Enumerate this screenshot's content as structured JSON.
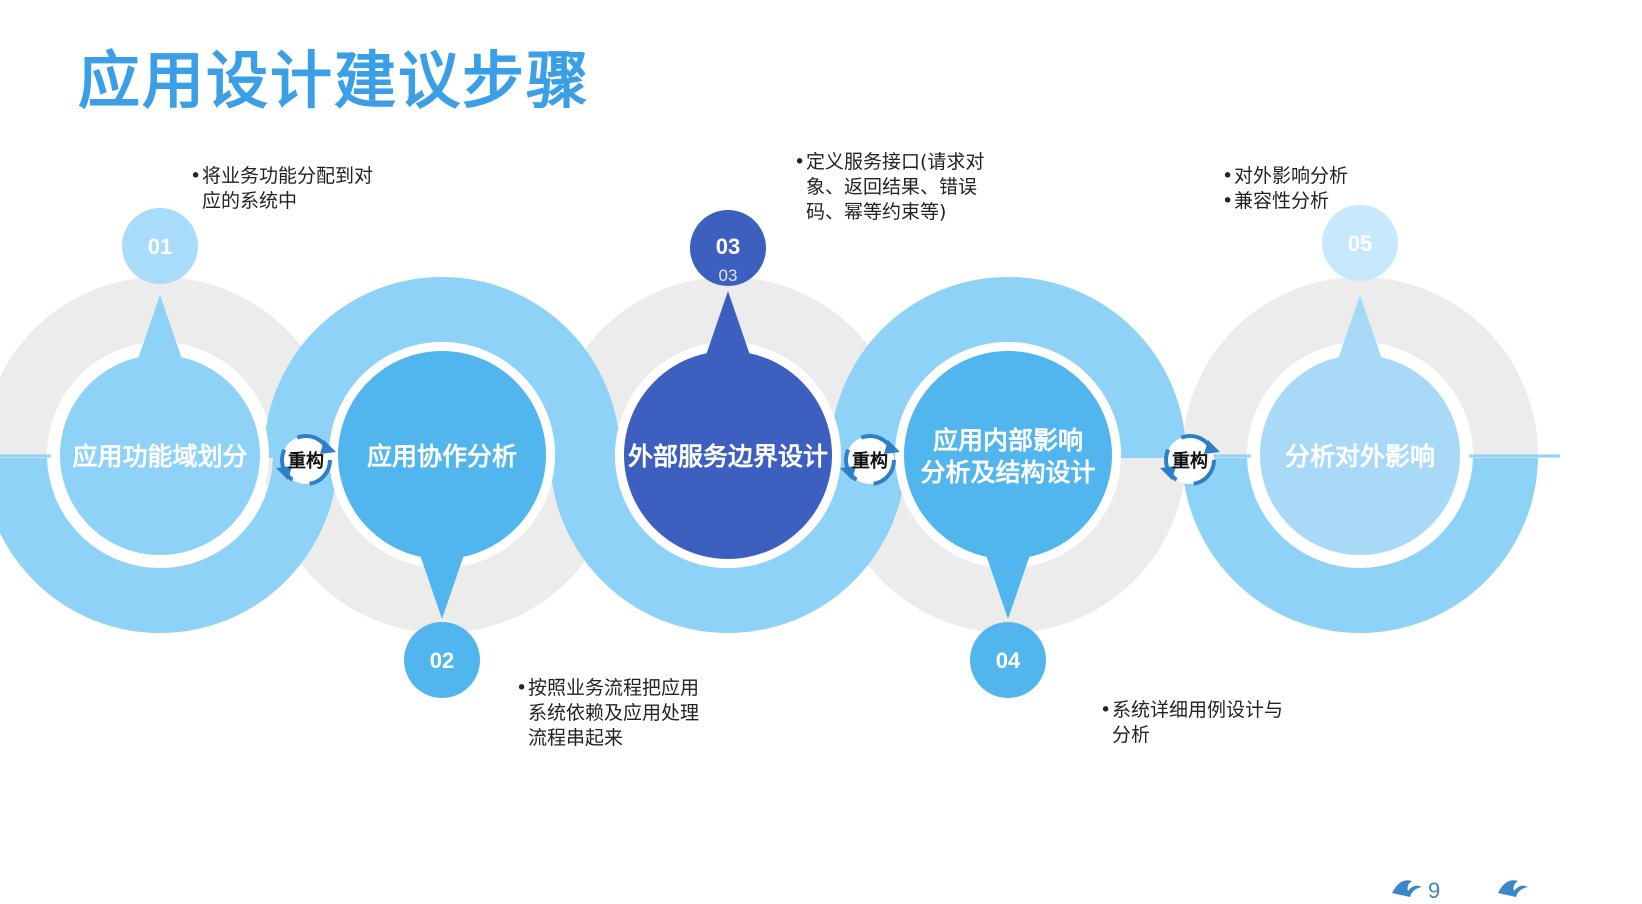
{
  "title": "应用设计建议步骤",
  "colors": {
    "title": "#3a9fe6",
    "light_blue": "#8ed2f8",
    "mid_blue": "#52b6ee",
    "dark_blue": "#3d5fc0",
    "pale_blue": "#a8daf8",
    "gray_ring": "#ececec"
  },
  "steps": [
    {
      "number": "01",
      "label_lines": [
        "应用功能域划分"
      ],
      "notes": [
        "将业务功能分配到对应的系统中"
      ],
      "note_lines": [
        [
          "将业务功能分配到对",
          "应的系统中"
        ]
      ]
    },
    {
      "number": "02",
      "label_lines": [
        "应用协作分析"
      ],
      "notes": [
        "按照业务流程把应用系统依赖及应用处理流程串起来"
      ],
      "note_lines": [
        [
          "按照业务流程把应用",
          "系统依赖及应用处理",
          "流程串起来"
        ]
      ]
    },
    {
      "number": "03",
      "sub_number": "03",
      "label_lines": [
        "外部服务边界设计"
      ],
      "notes": [
        "定义服务接口(请求对象、返回结果、错误码、幂等约束等)"
      ],
      "note_lines": [
        [
          "定义服务接口(请求对",
          "象、返回结果、错误",
          "码、幂等约束等)"
        ]
      ]
    },
    {
      "number": "04",
      "label_lines": [
        "应用内部影响",
        "分析及结构设计"
      ],
      "notes": [
        "系统详细用例设计与分析"
      ],
      "note_lines": [
        [
          "系统详细用例设计与",
          "分析"
        ]
      ]
    },
    {
      "number": "05",
      "label_lines": [
        "分析对外影响"
      ],
      "notes": [
        "对外影响分析",
        "兼容性分析"
      ],
      "note_lines": [
        [
          "对外影响分析"
        ],
        [
          "兼容性分析"
        ]
      ]
    }
  ],
  "connectors": [
    {
      "label": "重构"
    },
    {
      "label": "重构"
    },
    {
      "label": "重构"
    }
  ],
  "page_number": "9"
}
